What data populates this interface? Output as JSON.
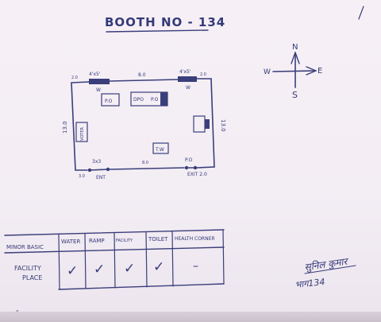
{
  "title": "BOOTH NO - 134",
  "compass": {
    "n": "N",
    "s": "S",
    "e": "E",
    "w": "W"
  },
  "plan": {
    "top_window_left": "4'x5'",
    "top_window_left_tag": "W",
    "top_window_right": "4'x5'",
    "top_window_right_tag": "W",
    "top_span": "8.0",
    "top_left_offset": "2.0",
    "top_right_offset": "2.0",
    "left_dim": "13.0",
    "right_dim": "13.0",
    "po_label": "P.O",
    "dpo_label": "DPO",
    "po2_label": "P.O",
    "voter_label": "VOTER",
    "table_label": "T.W",
    "bottom_left_offset": "3.0",
    "entry_size": "3x3",
    "entry_label": "ENT",
    "bottom_mid": "8.0",
    "exit_size": "P.O",
    "exit_label": "EXIT 2.0"
  },
  "facility_table": {
    "headers": [
      "MINOR BASIC",
      "WATER",
      "RAMP",
      "FACILITY",
      "TOILET",
      "HEALTH CORNER"
    ],
    "header_sub": "",
    "row_label_1": "FACILITY",
    "row_label_2": "PLACE",
    "cells": [
      "✓",
      "✓",
      "✓",
      "✓",
      "–"
    ]
  },
  "signature": {
    "line1": "सुनिल कुमार",
    "line2": "भाग134"
  }
}
